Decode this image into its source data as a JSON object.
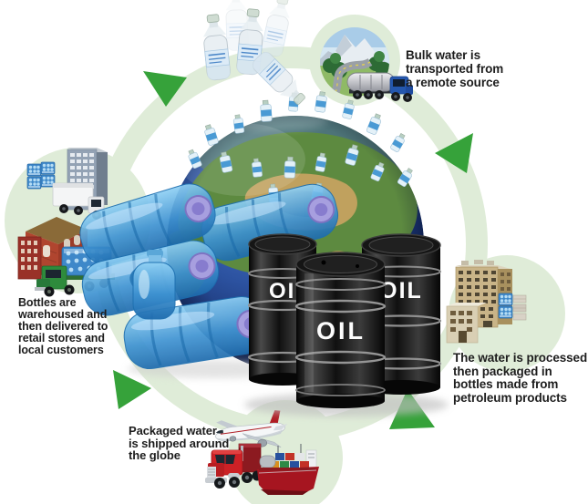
{
  "diagram": {
    "kind": "cycle-infographic",
    "captions": {
      "bulk_water": "Bulk water is\ntransported from\na remote source",
      "processing": "The water is processed\nthen packaged in\nbottles made from\npetroleum products",
      "shipping": "Packaged water\nis shipped around\nthe globe",
      "retail": "Bottles are\nwarehoused and\nthen delivered to\nretail stores and\nlocal customers"
    },
    "barrel_label": "OIL",
    "nodes": [
      {
        "id": "bulk-water-source",
        "icons": [
          "mountain-road-photo",
          "tanker-truck-icon"
        ]
      },
      {
        "id": "processing-plant",
        "icons": [
          "factory-building-icon",
          "bottle-pack-icon",
          "pallet-stack-icon"
        ]
      },
      {
        "id": "global-shipping",
        "icons": [
          "airplane-icon",
          "semi-truck-icon",
          "container-ship-icon"
        ]
      },
      {
        "id": "warehouse-retail",
        "icons": [
          "office-building-icon",
          "box-truck-icon",
          "warehouse-icon",
          "brick-building-icon",
          "delivery-truck-icon",
          "bottle-pack-icon"
        ]
      },
      {
        "id": "center",
        "icons": [
          "earth-globe-icon",
          "water-bottle-icon",
          "water-jug-icon",
          "oil-barrel-icon"
        ]
      }
    ],
    "colors": {
      "ring_green": "#dfecd8",
      "arrow_green": "#36a23a",
      "caption_text": "#1d1d1d",
      "globe_sea": "#23448c",
      "continent_green": "#5d8a40",
      "continent_tan": "#c0a15e",
      "jug_blue": "#3f93d2",
      "jug_cap_purple": "#a79fdf",
      "barrel_black": "#111111",
      "barrel_text": "#fcfcfc"
    }
  }
}
